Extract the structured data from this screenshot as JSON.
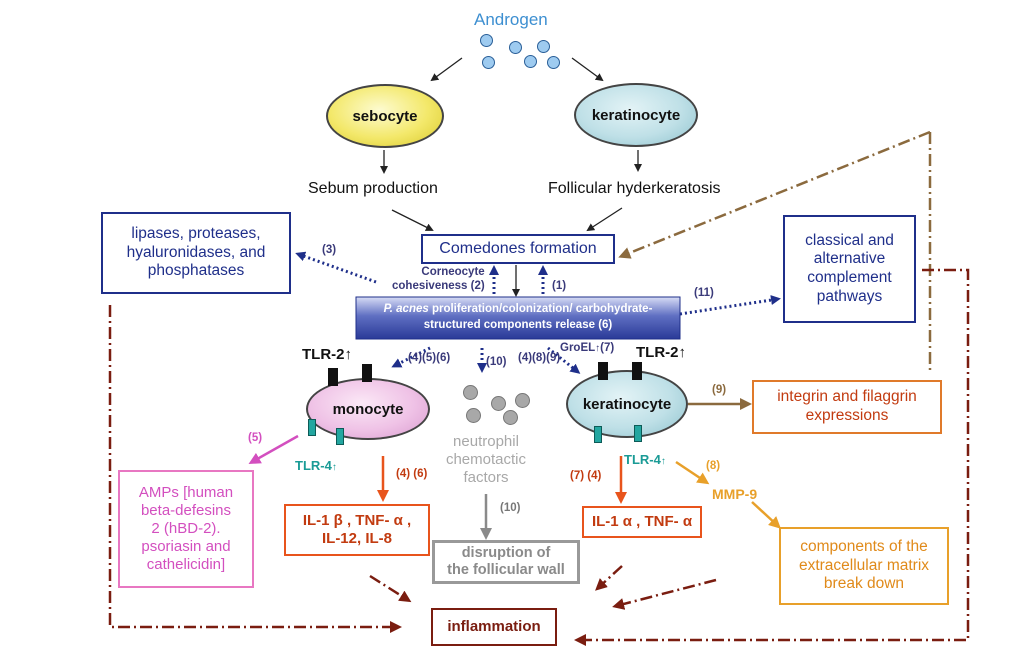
{
  "androgen": "Androgen",
  "sebocyte": "sebocyte",
  "keratinocyte_top": "keratinocyte",
  "sebum": "Sebum production",
  "hyperkeratosis": "Follicular hyderkeratosis",
  "comedones": "Comedones formation",
  "lipases": "lipases, proteases,\nhyaluronidases, and\nphosphatases",
  "complement": "classical and\nalternative\ncomplement\npathways",
  "corneocyte": "Corneocyte\ncohesiveness (2)",
  "pacnes_italic": "P. acnes",
  "pacnes_rest": " proliferation/colonization/ carbohydrate-\nstructured components release (6)",
  "labels": {
    "l1": "(1)",
    "l3": "(3)",
    "l11": "(11)",
    "l456": "(4)(5)(6)",
    "l10a": "(10)",
    "l489": "(4)(8)(9)",
    "groel": "GroEL",
    "l7": "(7)",
    "l9": "(9)",
    "l5": "(5)",
    "l46": "(4) (6)",
    "l74": "(7) (4)",
    "l8": "(8)",
    "l10b": "(10)"
  },
  "tlr2": "TLR-2",
  "tlr4": "TLR-4",
  "monocyte": "monocyte",
  "keratinocyte_mid": "keratinocyte",
  "neutrophil": "neutrophil\nchemotactic\nfactors",
  "integrin": "integrin and filaggrin\nexpressions",
  "mmp9": "MMP-9",
  "amps": "AMPs [human\nbeta-defesins\n2 (hBD-2).\npsoriasin and\ncathelicidin]",
  "il_mono": "IL-1 β , TNF- α ,\nIL-12, IL-8",
  "il_kera": "IL-1 α , TNF- α",
  "disruption": "disruption of\nthe follicular wall",
  "ecm": "components of the\nextracellular matrix\nbreak down",
  "inflammation": "inflammation",
  "colors": {
    "androgen": "#3d8fd1",
    "navy": "#1f2f8a",
    "orange_red": "#e8541c",
    "brown": "#8b6a3e",
    "dashbrown": "#7a1d10",
    "pink": "#d34fbf",
    "amber": "#e8a02a",
    "grey": "#a8a8a8",
    "teal": "#1a9b96"
  }
}
